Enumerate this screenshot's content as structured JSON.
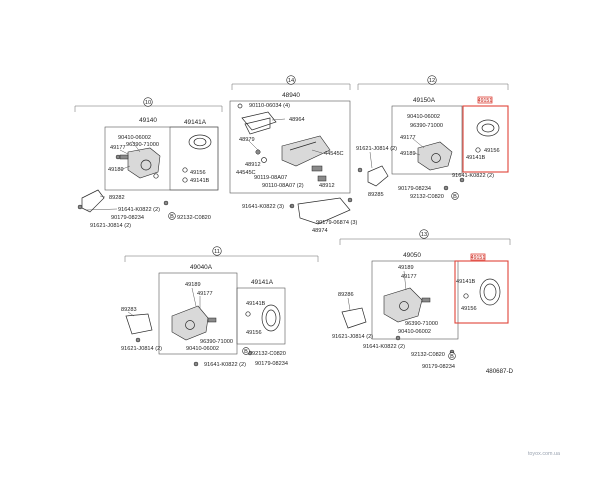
{
  "diagram_id": "480687-D",
  "watermark": "toyox.com.ua",
  "sections": {
    "s10": {
      "number": "10",
      "assembly": "49140",
      "inset": "49141A",
      "labels": {
        "p90410": "90410-06002",
        "p96390": "96390-71000",
        "p49177": "49177",
        "p49189": "49189",
        "p49156": "49156",
        "p49141B": "49141B",
        "p89282": "89282",
        "p91641": "91641-K0822 (2)",
        "p90179": "90179-08234",
        "p92132": "92132-C0820",
        "p91621": "91621-J0814 (2)"
      }
    },
    "s14": {
      "number": "14",
      "assembly": "48940",
      "labels": {
        "p90110": "90110-06034 (4)",
        "p48964": "48964",
        "p48979": "48979",
        "p48912": "48912",
        "p44545C_a": "44545C",
        "p44545C_b": "44545C",
        "p90119": "90119-08A07",
        "p90110b": "90110-08A07 (2)",
        "p48912b": "48912",
        "p91641": "91641-K0822 (3)",
        "p90179": "90179-06874 (3)",
        "p48974": "48974"
      }
    },
    "s12": {
      "number": "12",
      "assembly": "49150A",
      "tag": "49151",
      "labels": {
        "p90410": "90410-06002",
        "p96390": "96390-71000",
        "p49177": "49177",
        "p49189": "49189",
        "p49141B": "49141B",
        "p49156": "49156",
        "p91621": "91621-J0814 (2)",
        "p89285": "89285",
        "p91641": "91641-K0822 (2)",
        "p90179": "90179-08234",
        "p92132": "92132-C0820"
      }
    },
    "s11": {
      "number": "11",
      "assembly": "49040A",
      "inset": "49141A",
      "labels": {
        "p49189": "49189",
        "p49177": "49177",
        "p89283": "89283",
        "p49141B": "49141B",
        "p49156": "49156",
        "p96390": "96390-71000",
        "p90410": "90410-06002",
        "p91621": "91621-J0814 (2)",
        "p92132": "92132-C0820",
        "p91641": "91641-K0822 (2)",
        "p90179": "90179-08234"
      }
    },
    "s13": {
      "number": "13",
      "assembly": "49050",
      "tag": "49151",
      "labels": {
        "p49189": "49189",
        "p49177": "49177",
        "p89286": "89286",
        "p49141B": "49141B",
        "p49156": "49156",
        "p96390": "96390-71000",
        "p90410": "90410-06002",
        "p91621": "91621-J0814 (2)",
        "p91641": "91641-K0822 (2)",
        "p92132": "92132-C0820",
        "p90179": "90179-08234"
      }
    }
  },
  "callout_letter": "B",
  "colors": {
    "highlight": "#e0443a",
    "ink": "#222222"
  }
}
